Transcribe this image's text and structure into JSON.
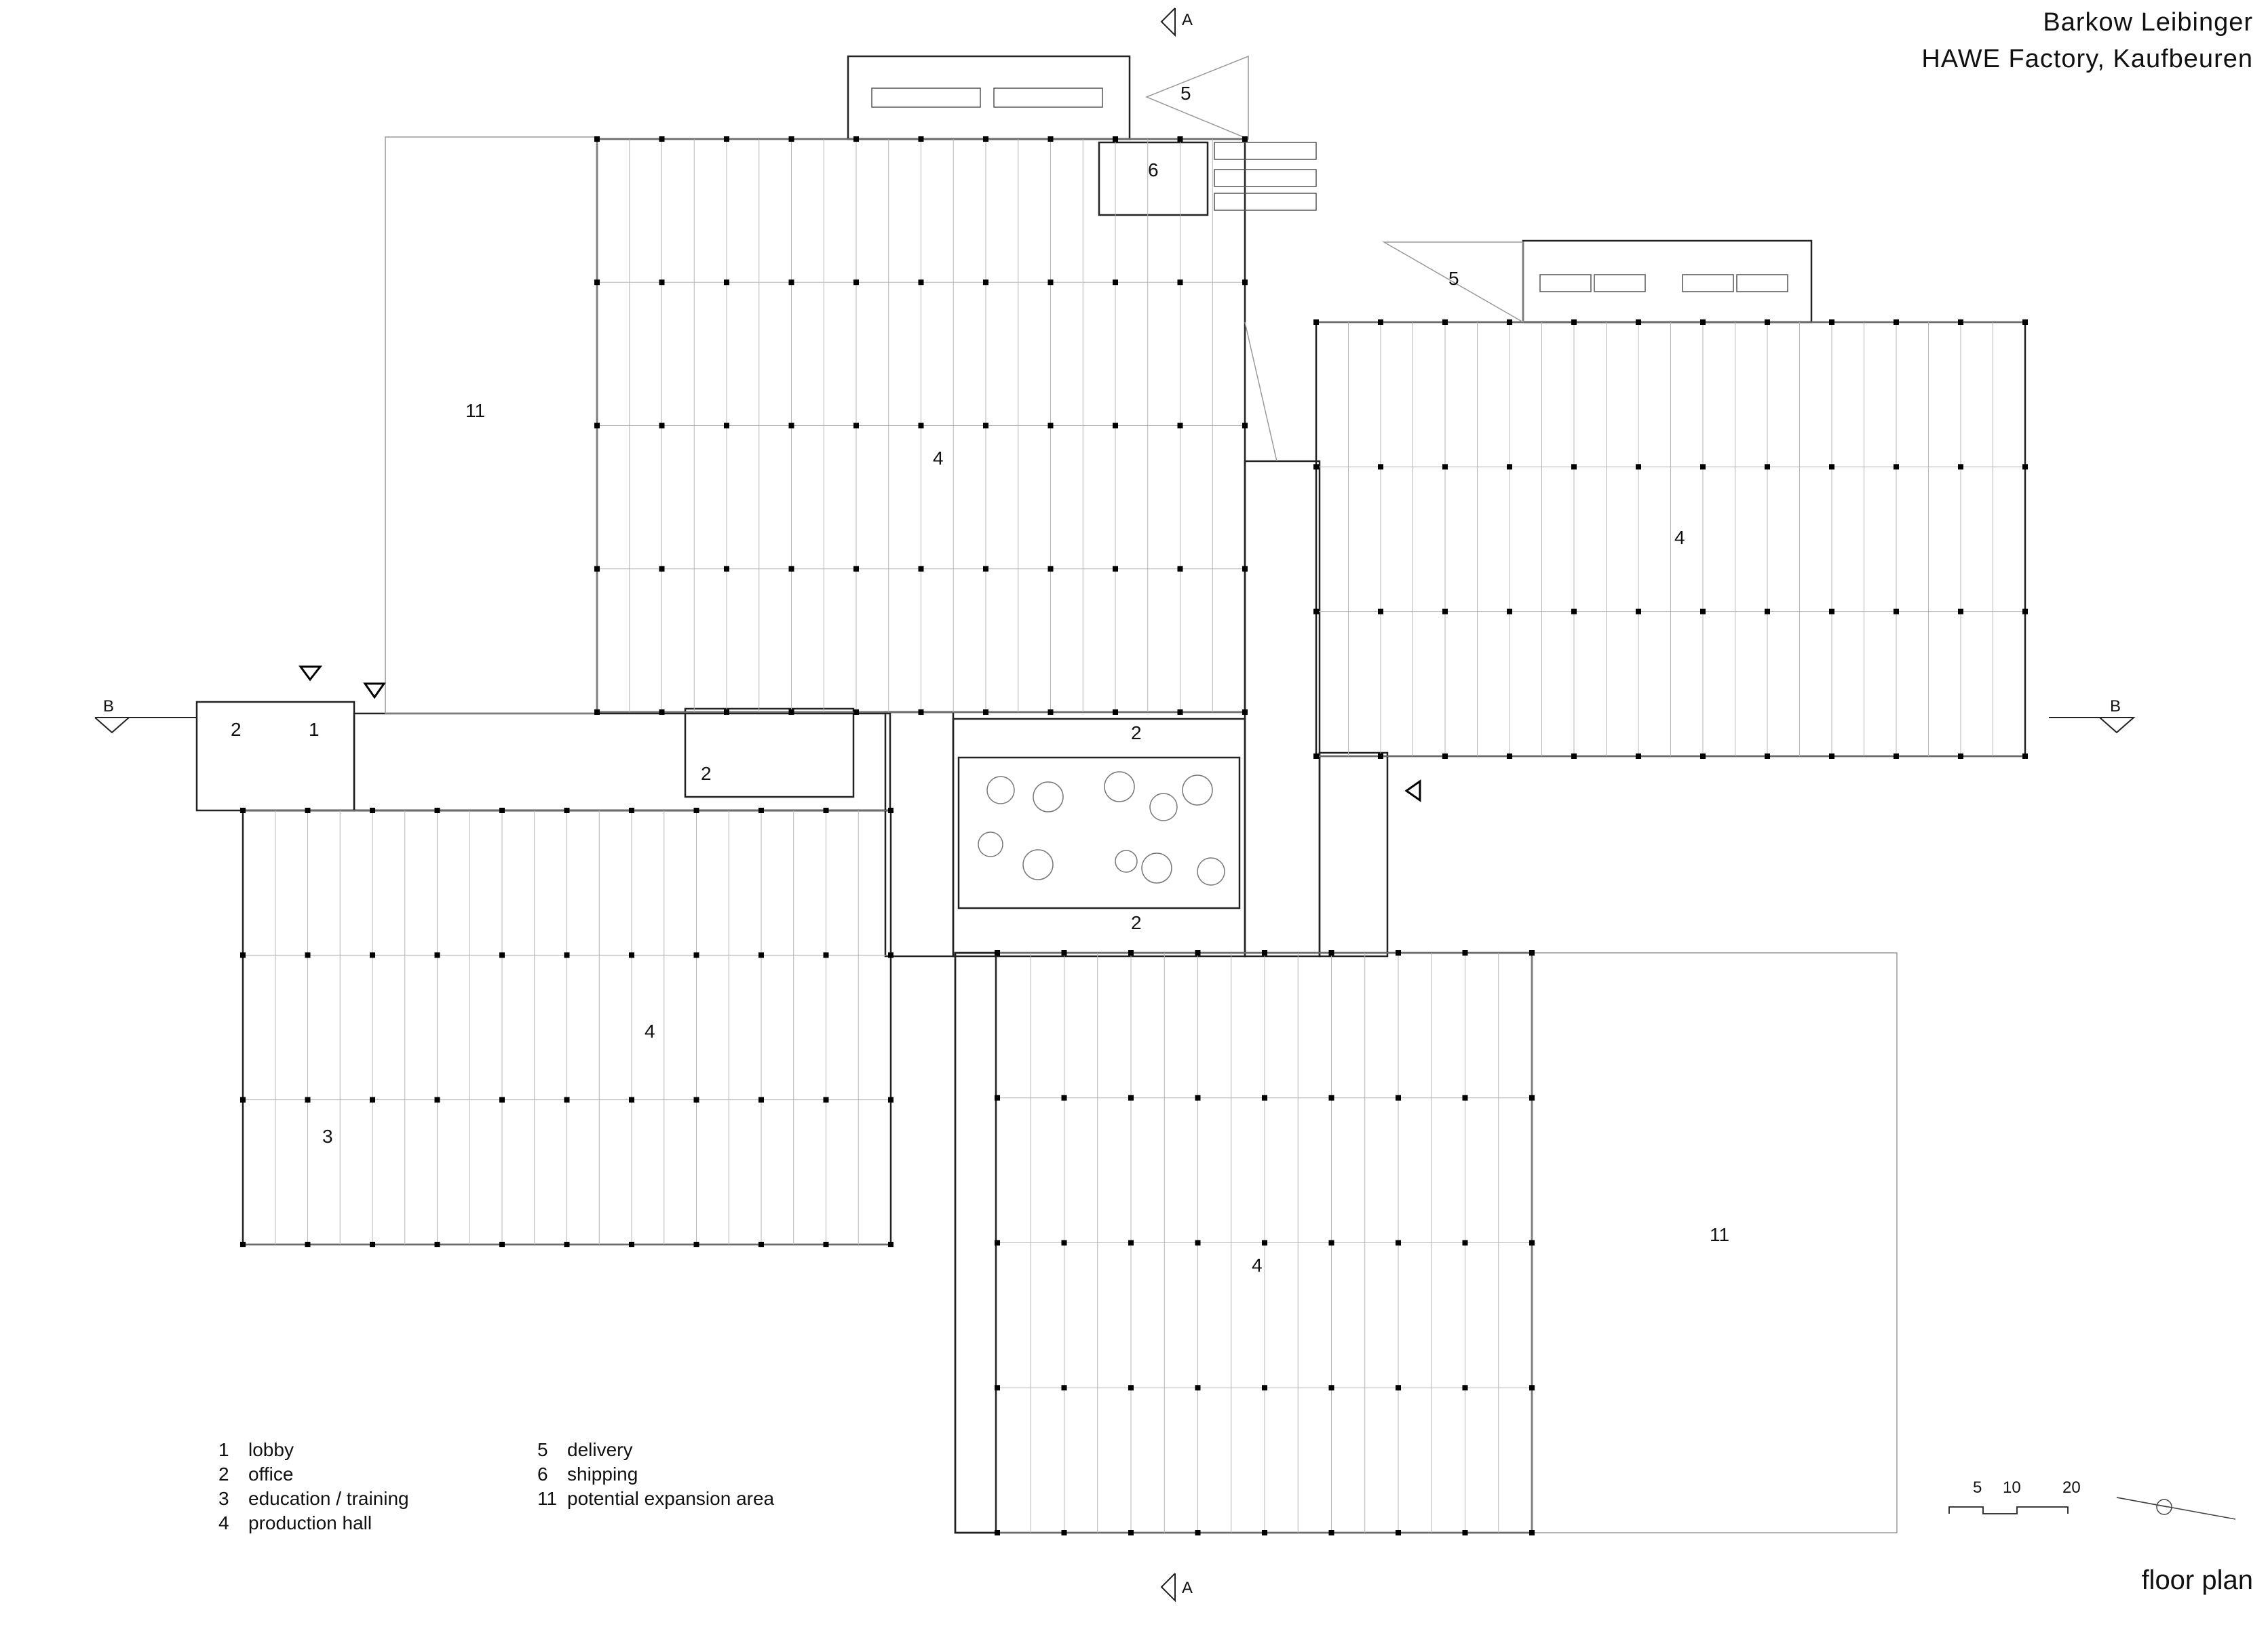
{
  "header": {
    "architect": "Barkow Leibinger",
    "project": "HAWE Factory, Kaufbeuren"
  },
  "sheet_label": "floor plan",
  "section_marks": {
    "a": "A",
    "b": "B"
  },
  "room_labels": {
    "lobby": "1",
    "office": "2",
    "education": "3",
    "production": "4",
    "delivery": "5",
    "shipping": "6",
    "expansion": "11"
  },
  "legend": {
    "left": [
      {
        "num": "1",
        "label": "lobby"
      },
      {
        "num": "2",
        "label": "office"
      },
      {
        "num": "3",
        "label": "education / training"
      },
      {
        "num": "4",
        "label": "production hall"
      }
    ],
    "right": [
      {
        "num": "5",
        "label": "delivery"
      },
      {
        "num": "6",
        "label": "shipping"
      },
      {
        "num": "11",
        "label": "potential expansion area"
      }
    ]
  },
  "scale_bar": {
    "ticks": [
      "5",
      "10",
      "20"
    ]
  },
  "colors": {
    "line": "#222222",
    "light_line": "#9a9a9a",
    "column": "#000000"
  }
}
